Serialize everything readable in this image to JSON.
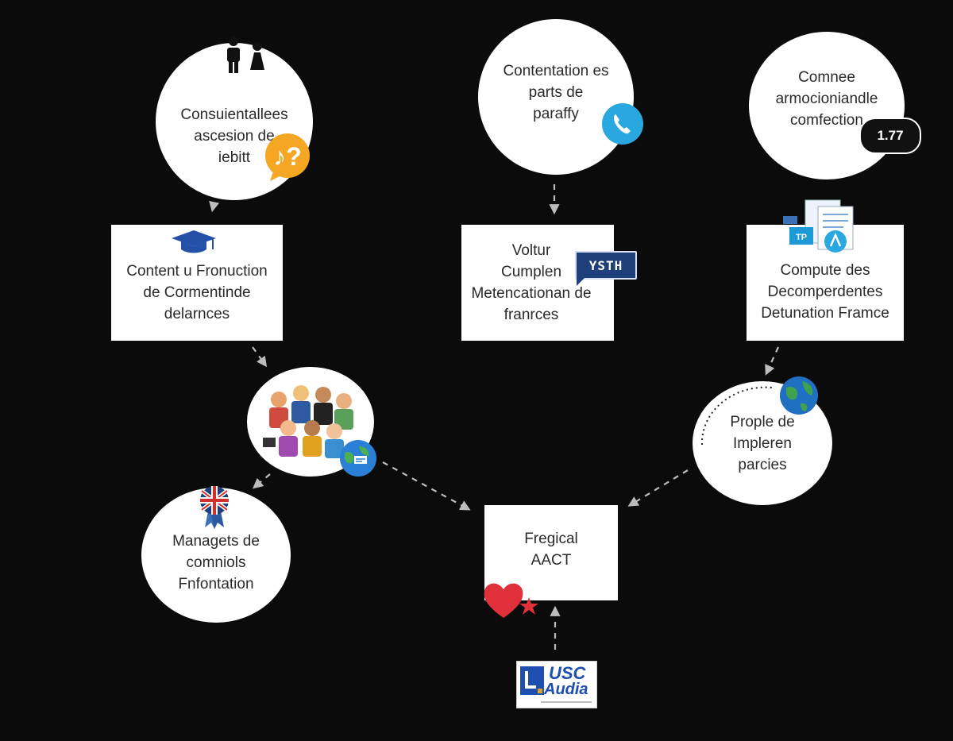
{
  "nodes": {
    "top_left": {
      "label": "Consuientallees\nascesion de\niebitt"
    },
    "top_mid": {
      "label": "Contentation es\nparts de\nparaffy"
    },
    "top_right": {
      "label": "Comnee\narmocioniandle\ncomfection"
    },
    "mid_left": {
      "label": "Content u Fronuction\nde Cormentinde\ndelarnces"
    },
    "mid_mid": {
      "label": "Voltur\nCumplen\nMetencationan de\nfranrces"
    },
    "mid_right": {
      "label": "Compute des\nDecomperdentes\nDetunation Framce"
    },
    "right_circle": {
      "label": "Prople de\nImpleren parcies"
    },
    "low_left": {
      "label": "Managets de\ncomniols\nFnfontation"
    },
    "center": {
      "label": "Fregical\nAACT"
    }
  },
  "badges": {
    "speech_count": "1.77",
    "tag_text": "YSTH"
  },
  "logo": {
    "line1": "USC",
    "line2": "Audia"
  },
  "colors": {
    "background": "#0b0b0b",
    "node_fill": "#ffffff",
    "connector": "#bdbdbd",
    "question_badge": "#f5a623",
    "phone_badge": "#29a8e0",
    "cap": "#2450a8",
    "heart": "#e0303a",
    "tag": "#1f3f7a"
  },
  "icons": [
    "people-icon",
    "question-bubble-icon",
    "phone-icon",
    "speech-bubble-icon",
    "graduation-cap-icon",
    "chat-tag-icon",
    "documents-icon",
    "crowd-icon",
    "globe-icon",
    "flag-ribbon-icon",
    "heart-icon",
    "logo-icon"
  ]
}
